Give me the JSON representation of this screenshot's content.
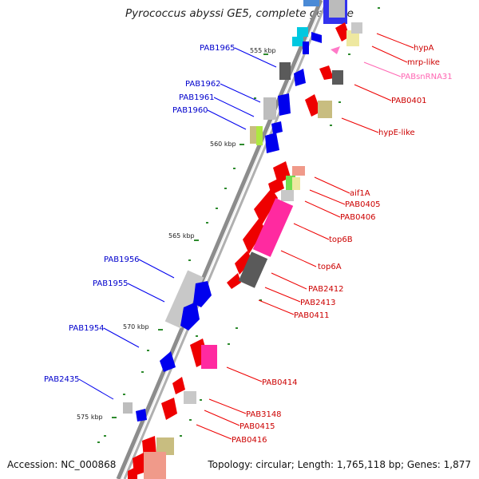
{
  "title": "Pyrococcus abyssi GE5, complete genome",
  "footer": {
    "accession": "Accession: NC_000868",
    "summary": "Topology: circular; Length: 1,765,118 bp; Genes: 1,877"
  },
  "colors": {
    "backbone": "#8a8a8a",
    "gene_red": "#ee0000",
    "gene_blue": "#0000ee",
    "gene_cyan": "#00c8e0",
    "gene_magenta": "#ff2aa0",
    "gene_gray": "#bdbdbd",
    "gene_dark": "#5a5a5a",
    "gene_khaki": "#c8bd80",
    "gene_yellow": "#eee8a0",
    "gene_green": "#70dd50",
    "gene_salmon": "#f09a8a",
    "label_blue": "#0000cc",
    "label_red": "#cc0000",
    "label_pink": "#ff66b3",
    "tick": "#2e8b2e"
  },
  "scale_labels": [
    "555 kbp",
    "560 kbp",
    "565 kbp",
    "570 kbp",
    "575 kbp"
  ],
  "labels_left": [
    "PAB1965",
    "PAB1962",
    "PAB1961",
    "PAB1960",
    "PAB1956",
    "PAB1955",
    "PAB1954",
    "PAB2435"
  ],
  "labels_right": [
    "hypA",
    "mrp-like",
    "PABsnRNA31",
    "PAB0401",
    "hypE-like",
    "aif1A",
    "PAB0405",
    "PAB0406",
    "top6B",
    "top6A",
    "PAB2412",
    "PAB2413",
    "PAB0411",
    "PAB0414",
    "PAB3148",
    "PAB0415",
    "PAB0416"
  ]
}
